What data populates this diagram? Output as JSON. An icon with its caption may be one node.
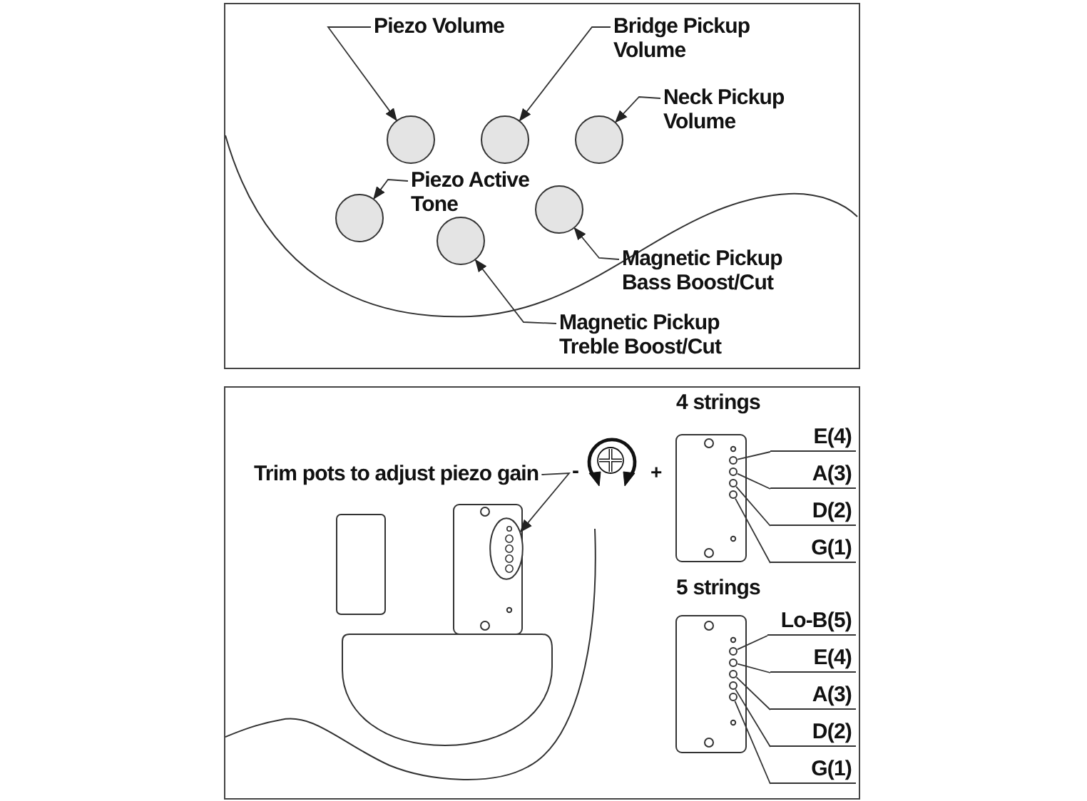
{
  "diagram": {
    "nodes": [
      {
        "text": [
          "Piezo Volume"
        ]
      },
      {
        "text": [
          "Bridge Pickup Volume"
        ]
      },
      {
        "text": [
          "Neck Pickup Volume"
        ]
      },
      {
        "text": [],
        "shape": "circle"
      },
      {
        "text": [],
        "shape": "circle"
      },
      {
        "text": [],
        "shape": "circle"
      },
      {
        "text": [
          "Piezo Active Tone"
        ]
      },
      {
        "text": [],
        "shape": "circle"
      },
      {
        "text": [],
        "shape": "circle"
      },
      {
        "text": [],
        "shape": "circle"
      },
      {
        "text": [
          "Magnetic Pickup Bass Boost/Cut"
        ]
      },
      {
        "text": [
          "Magnetic Pickup Treble Boost/Cut"
        ]
      },
      {
        "text": [
          "Trim pots to adjust piezo gain"
        ]
      },
      {
        "text": [],
        "shape": "ellipse"
      },
      {
        "text": [
          "E(4)"
        ]
      },
      {
        "text": [
          "A(3)"
        ]
      },
      {
        "text": [
          "D(2)"
        ]
      },
      {
        "text": [
          "G(1)"
        ]
      },
      {
        "text": [],
        "shape": "circle"
      },
      {
        "text": [],
        "shape": "circle"
      },
      {
        "text": [],
        "shape": "circle"
      },
      {
        "text": [],
        "shape": "circle"
      },
      {
        "text": [
          "Lo-B(5)"
        ]
      },
      {
        "text": [
          "E(4)"
        ]
      },
      {
        "text": [
          "A(3)"
        ]
      },
      {
        "text": [
          "D(2)"
        ]
      },
      {
        "text": [
          "G(1)"
        ]
      },
      {
        "text": [],
        "shape": "circle"
      },
      {
        "text": [],
        "shape": "circle"
      },
      {
        "text": [],
        "shape": "circle"
      },
      {
        "text": [],
        "shape": "circle"
      },
      {
        "text": [],
        "shape": "circle"
      }
    ],
    "edges": [
      {
        "from": 0,
        "to": 3,
        "arrow": "to"
      },
      {
        "from": 1,
        "to": 4,
        "arrow": "to"
      },
      {
        "from": 2,
        "to": 5,
        "arrow": "to"
      },
      {
        "from": 6,
        "to": 7,
        "arrow": "to"
      },
      {
        "from": 10,
        "to": 8,
        "arrow": "to"
      },
      {
        "from": 11,
        "to": 9,
        "arrow": "to"
      },
      {
        "from": 12,
        "to": 13,
        "arrow": "to"
      },
      {
        "from": 14,
        "to": 18,
        "arrow": "none"
      },
      {
        "from": 15,
        "to": 19,
        "arrow": "none"
      },
      {
        "from": 16,
        "to": 20,
        "arrow": "none"
      },
      {
        "from": 17,
        "to": 21,
        "arrow": "none"
      },
      {
        "from": 22,
        "to": 27,
        "arrow": "none"
      },
      {
        "from": 23,
        "to": 28,
        "arrow": "none"
      },
      {
        "from": 24,
        "to": 29,
        "arrow": "none"
      },
      {
        "from": 25,
        "to": 30,
        "arrow": "none"
      },
      {
        "from": 26,
        "to": 31,
        "arrow": "none"
      }
    ],
    "labels": [
      "4 strings",
      "-",
      "+",
      "5 strings"
    ]
  }
}
